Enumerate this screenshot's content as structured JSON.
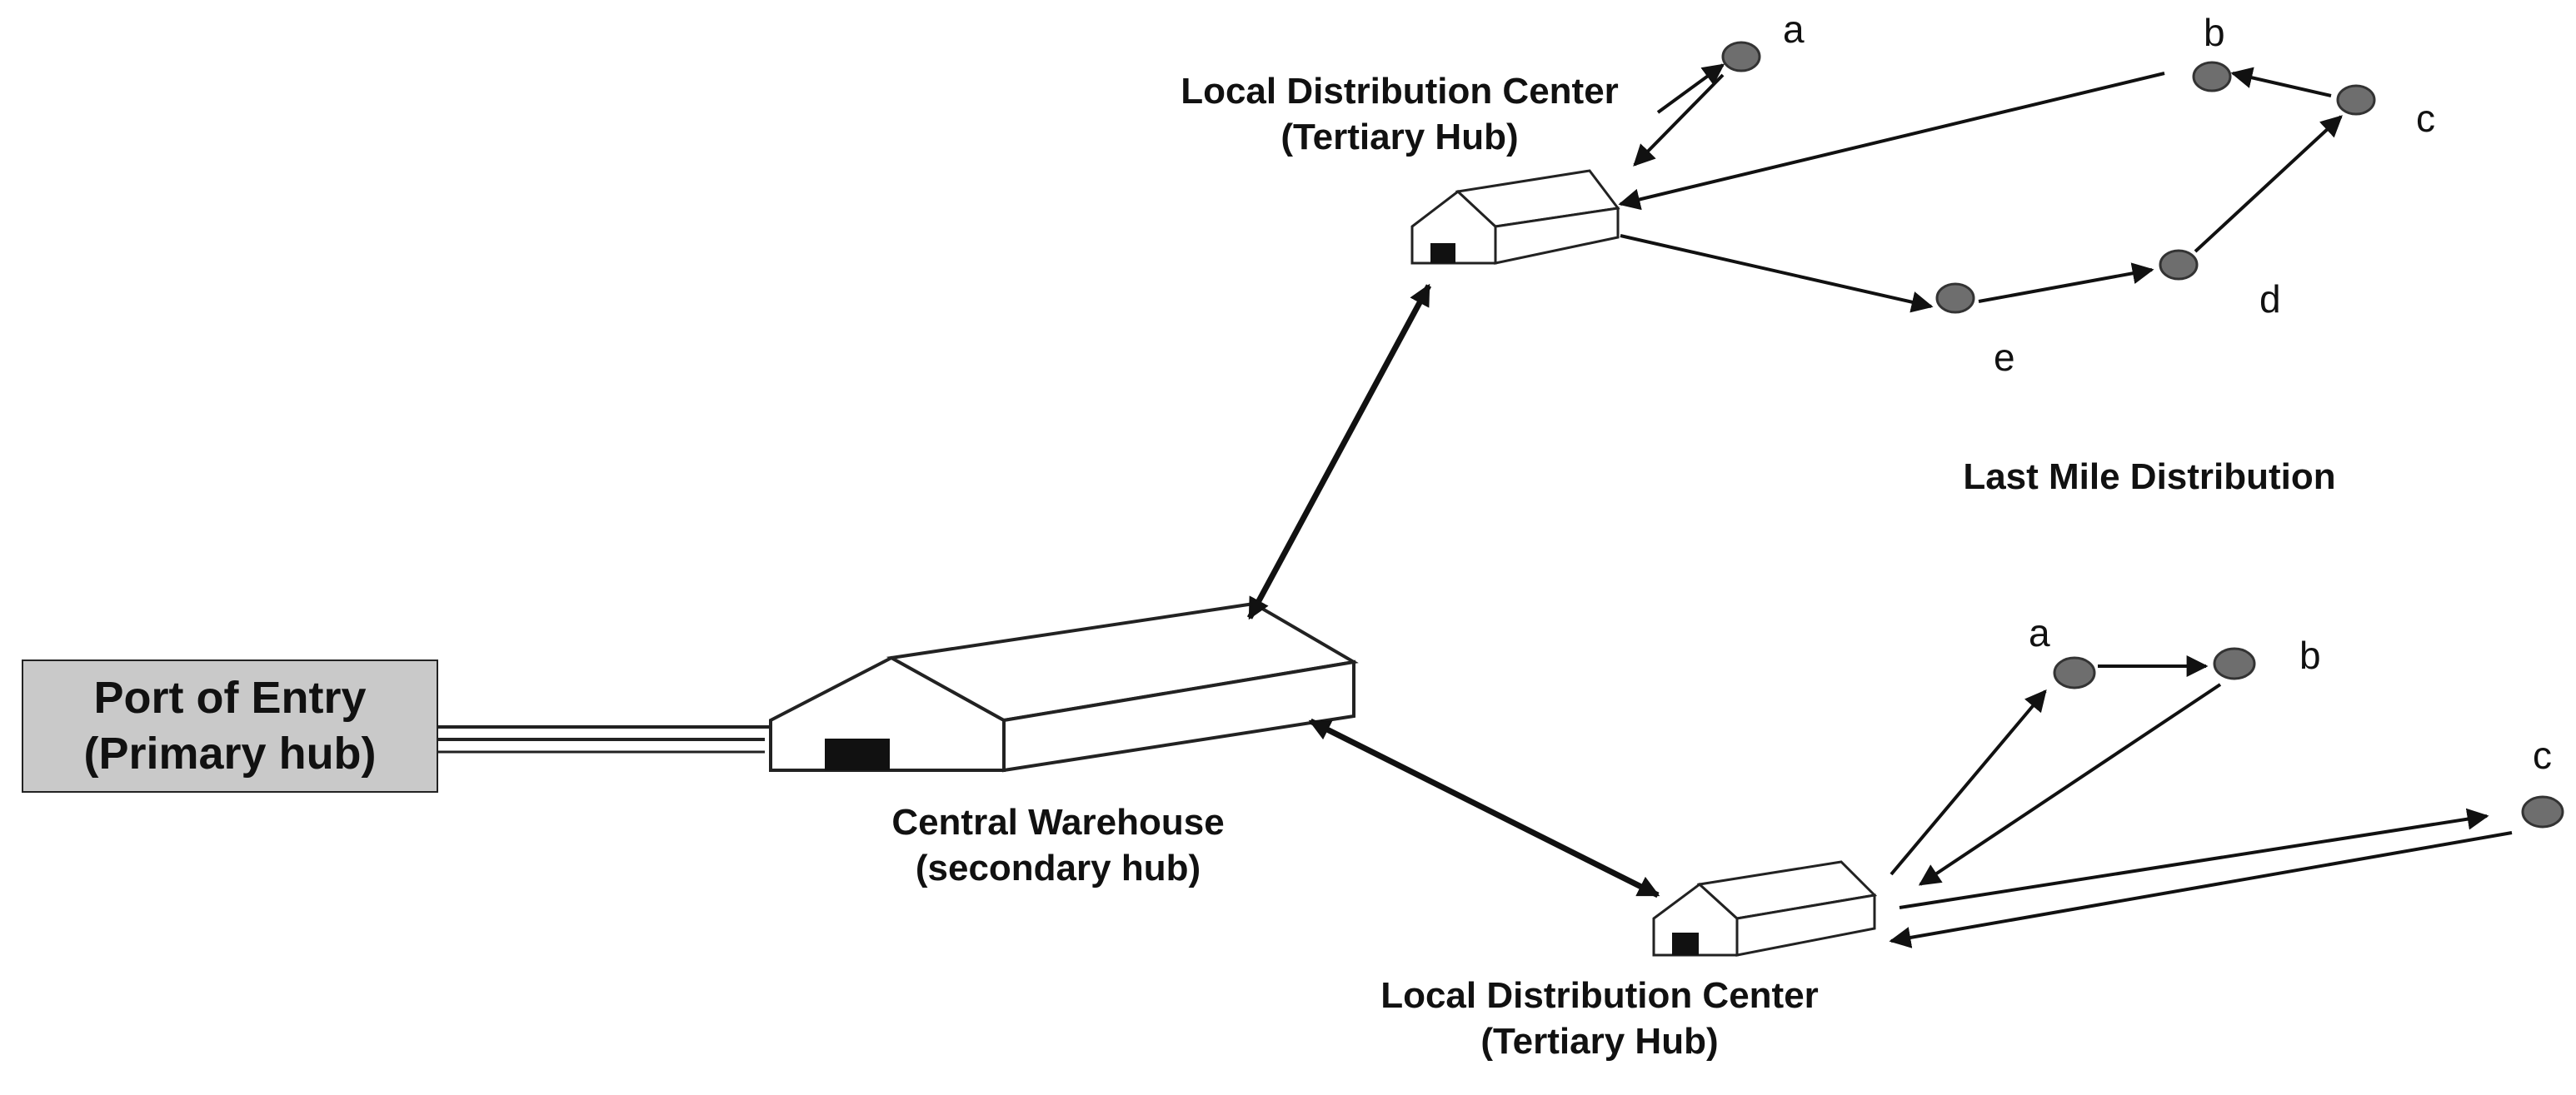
{
  "port_of_entry": {
    "line1": "Port of Entry",
    "line2": "(Primary hub)"
  },
  "central_warehouse": {
    "line1": "Central Warehouse",
    "line2": "(secondary hub)"
  },
  "ldc_top": {
    "line1": "Local Distribution Center",
    "line2": "(Tertiary Hub)"
  },
  "ldc_bottom": {
    "line1": "Local Distribution Center",
    "line2": "(Tertiary Hub)"
  },
  "last_mile_label": "Last Mile Distribution",
  "top_nodes": [
    "a",
    "b",
    "c",
    "d",
    "e"
  ],
  "bottom_nodes": [
    "a",
    "b",
    "c"
  ]
}
